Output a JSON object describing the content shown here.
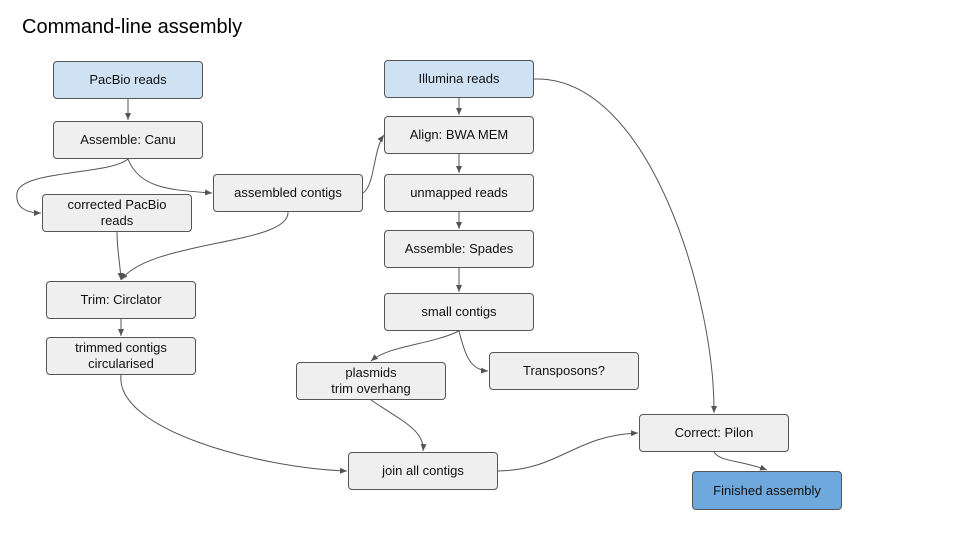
{
  "title": "Command-line assembly",
  "colors": {
    "input_fill": "#cfe2f3",
    "output_fill": "#6fa8dc",
    "step_fill": "#efefef",
    "edge": "#555555"
  },
  "nodes": {
    "pacbio_reads": "PacBio reads",
    "assemble_canu": "Assemble: Canu",
    "assembled_contigs": "assembled contigs",
    "corrected_pacbio_reads": "corrected PacBio\nreads",
    "trim_circlator": "Trim: Circlator",
    "trimmed_contigs": "trimmed contigs\ncircularised",
    "illumina_reads": "Illumina reads",
    "align_bwa_mem": "Align: BWA MEM",
    "unmapped_reads": "unmapped reads",
    "assemble_spades": "Assemble: Spades",
    "small_contigs": "small contigs",
    "plasmids_trim": "plasmids\ntrim overhang",
    "transposons": "Transposons?",
    "join_all_contigs": "join all contigs",
    "correct_pilon": "Correct: Pilon",
    "finished_assembly": "Finished assembly"
  },
  "edges": [
    [
      "pacbio_reads",
      "assemble_canu"
    ],
    [
      "assemble_canu",
      "corrected_pacbio_reads"
    ],
    [
      "assemble_canu",
      "assembled_contigs"
    ],
    [
      "corrected_pacbio_reads",
      "trim_circlator"
    ],
    [
      "assembled_contigs",
      "trim_circlator"
    ],
    [
      "assembled_contigs",
      "align_bwa_mem"
    ],
    [
      "trim_circlator",
      "trimmed_contigs"
    ],
    [
      "trimmed_contigs",
      "join_all_contigs"
    ],
    [
      "illumina_reads",
      "align_bwa_mem"
    ],
    [
      "illumina_reads",
      "correct_pilon"
    ],
    [
      "align_bwa_mem",
      "unmapped_reads"
    ],
    [
      "unmapped_reads",
      "assemble_spades"
    ],
    [
      "assemble_spades",
      "small_contigs"
    ],
    [
      "small_contigs",
      "plasmids_trim"
    ],
    [
      "small_contigs",
      "transposons"
    ],
    [
      "plasmids_trim",
      "join_all_contigs"
    ],
    [
      "join_all_contigs",
      "correct_pilon"
    ],
    [
      "correct_pilon",
      "finished_assembly"
    ]
  ]
}
